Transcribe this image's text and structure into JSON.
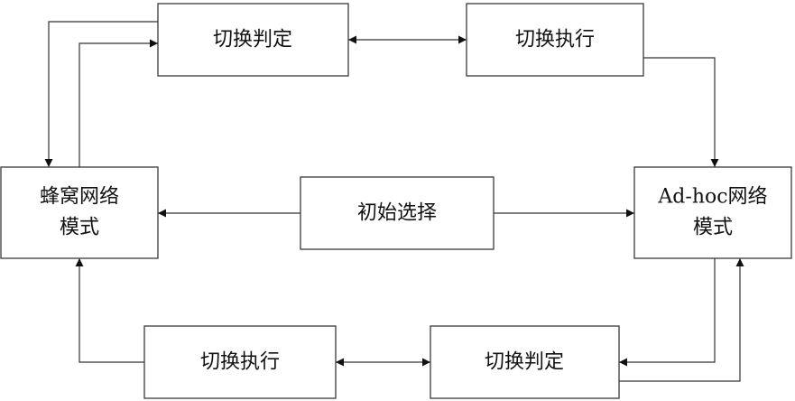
{
  "diagram": {
    "nodes": {
      "top_left": {
        "lines": [
          "切换判定"
        ]
      },
      "top_right": {
        "lines": [
          "切换执行"
        ]
      },
      "left": {
        "lines": [
          "蜂窝网络",
          "模式"
        ]
      },
      "center": {
        "lines": [
          "初始选择"
        ]
      },
      "right": {
        "lines": [
          "Ad-hoc网络",
          "模式"
        ]
      },
      "bottom_left": {
        "lines": [
          "切换执行"
        ]
      },
      "bottom_right": {
        "lines": [
          "切换判定"
        ]
      }
    }
  }
}
